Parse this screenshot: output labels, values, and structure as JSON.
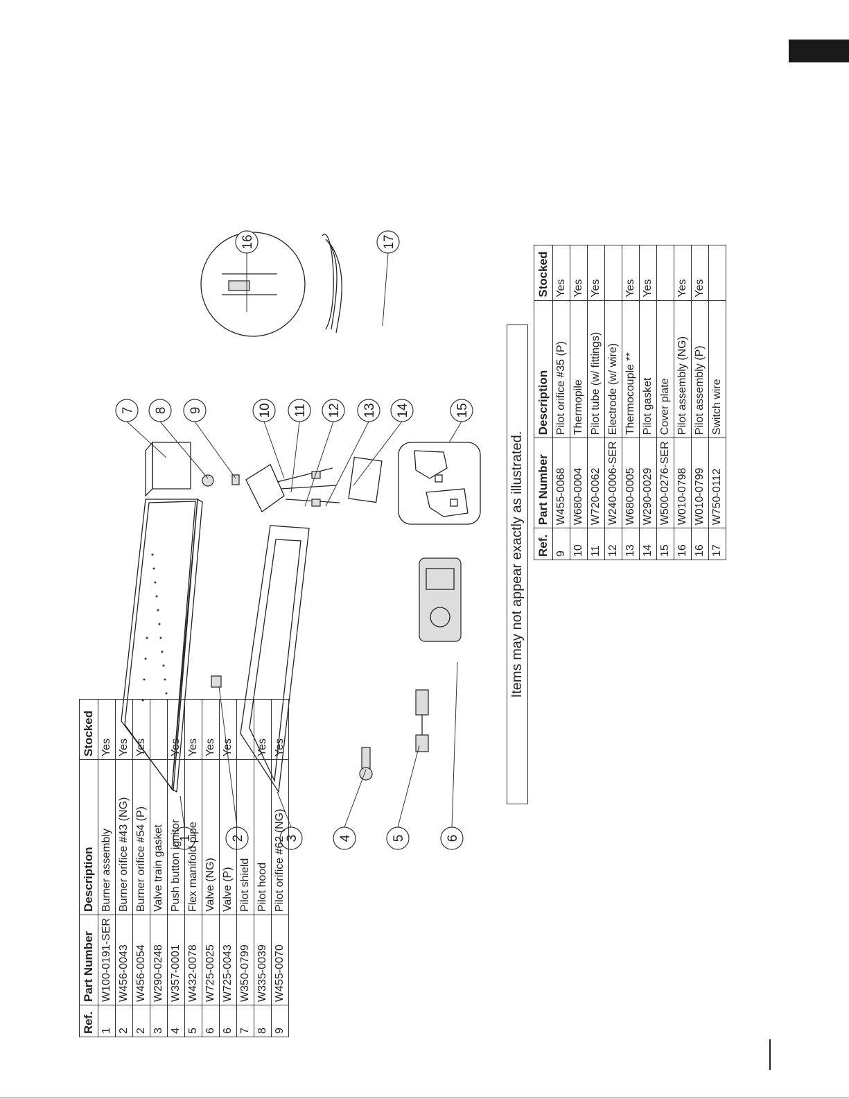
{
  "note": "Items may not appear exactly as illustrated.",
  "callouts": [
    "1",
    "2",
    "3",
    "4",
    "5",
    "6",
    "7",
    "8",
    "9",
    "10",
    "11",
    "12",
    "13",
    "14",
    "15",
    "16",
    "17"
  ],
  "table_left": {
    "headers": [
      "Ref.",
      "Part Number",
      "Description",
      "Stocked"
    ],
    "rows": [
      [
        "1",
        "W100-0191-SER",
        "Burner assembly",
        "Yes"
      ],
      [
        "2",
        "W456-0043",
        "Burner orifice #43 (NG)",
        "Yes"
      ],
      [
        "2",
        "W456-0054",
        "Burner orifice #54 (P)",
        "Yes"
      ],
      [
        "3",
        "W290-0248",
        "Valve train gasket",
        ""
      ],
      [
        "4",
        "W357-0001",
        "Push button ignitor",
        "Yes"
      ],
      [
        "5",
        "W432-0078",
        "Flex manifold pipe",
        "Yes"
      ],
      [
        "6",
        "W725-0025",
        "Valve (NG)",
        "Yes"
      ],
      [
        "6",
        "W725-0043",
        "Valve (P)",
        "Yes"
      ],
      [
        "7",
        "W350-0799",
        "Pilot shield",
        ""
      ],
      [
        "8",
        "W335-0039",
        "Pilot hood",
        "Yes"
      ],
      [
        "9",
        "W455-0070",
        "Pilot orifice #62 (NG)",
        "Yes"
      ]
    ]
  },
  "table_right": {
    "headers": [
      "Ref.",
      "Part Number",
      "Description",
      "Stocked"
    ],
    "rows": [
      [
        "9",
        "W455-0068",
        "Pilot orifice #35 (P)",
        "Yes"
      ],
      [
        "10",
        "W680-0004",
        "Thermopile",
        "Yes"
      ],
      [
        "11",
        "W720-0062",
        "Pilot tube (w/ fittings)",
        "Yes"
      ],
      [
        "12",
        "W240-0006-SER",
        "Electrode (w/ wire)",
        ""
      ],
      [
        "13",
        "W680-0005",
        "Thermocouple **",
        "Yes"
      ],
      [
        "14",
        "W290-0029",
        "Pilot gasket",
        "Yes"
      ],
      [
        "15",
        "W500-0276-SER",
        "Cover plate",
        ""
      ],
      [
        "16",
        "W010-0798",
        "Pilot assembly (NG)",
        "Yes"
      ],
      [
        "16",
        "W010-0799",
        "Pilot assembly (P)",
        "Yes"
      ],
      [
        "17",
        "W750-0112",
        "Switch wire",
        ""
      ]
    ]
  }
}
